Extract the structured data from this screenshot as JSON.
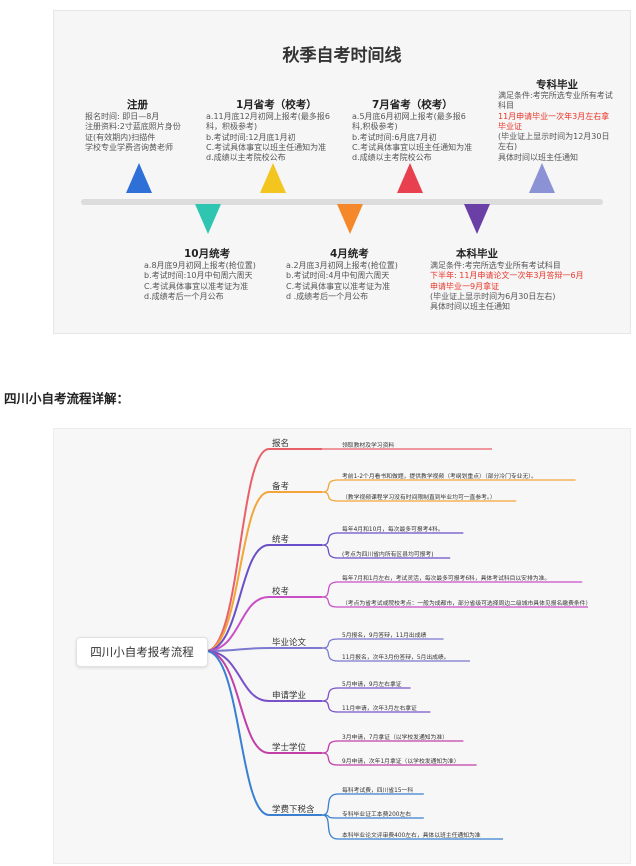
{
  "timeline": {
    "title": "秋季自考时间线",
    "colors": {
      "axis": "#dcdcdc",
      "red": "#e8372b"
    },
    "events": {
      "zhuce": {
        "title": "注册",
        "color": "#2f6fd8",
        "shape": "triangle-up",
        "lines": [
          "报名时间: 即日—8月",
          "注册资料:2寸蓝底照片身份",
          "证(有效期内)扫描件",
          "学校专业学费咨询黄老师"
        ]
      },
      "jan": {
        "title": "1月省考（校考）",
        "color": "#f2c51f",
        "shape": "triangle-up",
        "lines": [
          "a.11月底12月初网上报考(最多报6",
          "科，积极参考)",
          "b.考试时间:12月底1月初",
          "C.考试具体事宜以班主任通知为准",
          "d.成绩以主考院校公布"
        ]
      },
      "jul": {
        "title": "7月省考（校考）",
        "color": "#e8404f",
        "shape": "triangle-up",
        "lines": [
          "a.5月底6月初网上报考(最多报6",
          "科,积极参考)",
          "b.考试时间:6月底7月初",
          "C.考试具体事宜以班主任通知为准",
          "d.成绩以主考院校公布"
        ]
      },
      "zhuanke": {
        "title": "专科毕业",
        "color": "#8b92d6",
        "shape": "triangle-up",
        "lines": [
          {
            "text": "满足条件:考完所选专业所有考试",
            "red": false
          },
          {
            "text": "科目",
            "red": false
          },
          {
            "text": "11月申请毕业一次年3月左右拿",
            "red": true
          },
          {
            "text": "毕业证",
            "red": true
          },
          {
            "text": "(毕业证上显示时间为12月30日",
            "red": false
          },
          {
            "text": "左右)",
            "red": false
          },
          {
            "text": "具体时间以班主任通知",
            "red": false
          }
        ]
      },
      "oct": {
        "title": "10月统考",
        "color": "#2ec6b0",
        "shape": "triangle-down",
        "lines": [
          "a.8月底9月初网上报考(抢位置)",
          "b.考试时间:10月中旬周六周天",
          "C.考试具体事宜以准考证为准",
          "d.成绩考后一个月公布"
        ]
      },
      "apr": {
        "title": "4月统考",
        "color": "#f5882a",
        "shape": "triangle-down",
        "lines": [
          "a.2月底3月初网上报考(抢位置)",
          "b.考试时间:4月中旬周六周天",
          "C.考试具体事宜以准考证为准",
          "d .成绩考后一个月公布"
        ]
      },
      "benke": {
        "title": "本科毕业",
        "color": "#6a3fa6",
        "shape": "triangle-down",
        "lines": [
          {
            "text": "满足条件:考完所选专业所有考试科目",
            "red": false
          },
          {
            "text": "下半年: 11月申请论文一次年3月答辩一6月",
            "red": true
          },
          {
            "text": "申请毕业一9月拿证",
            "red": true
          },
          {
            "text": "(毕业证上显示时间为6月30日左右)",
            "red": false
          },
          {
            "text": "具体时间以班主任通知",
            "red": false
          }
        ]
      }
    }
  },
  "section_heading": "四川小自考流程详解：",
  "mindmap": {
    "root": "四川小自考报考流程",
    "branches": [
      {
        "label": "报名",
        "color": "#e8606a",
        "leaves": [
          "领取教材及学习资料"
        ]
      },
      {
        "label": "备考",
        "color": "#f2a63a",
        "leaves": [
          "考前1-2个月看书和做题，提供教学视频（考纲划重点）（部分冷门专业无）。",
          "（教学视频课程学习没有时间限制直到毕业均可一直参考。）"
        ]
      },
      {
        "label": "统考",
        "color": "#6b4fc8",
        "leaves": [
          "每年4月和10月，每次最多可报考4科。",
          "(考点为四川省内所有区县均可报考)"
        ]
      },
      {
        "label": "校考",
        "color": "#c94fc7",
        "leaves": [
          "每年7月和1月左右，考试灵活，每次最多可报考6科，具体考试科目以安排为准。",
          "（考点为省考试或院校考点：一般为成都市，部分省级可选择周边二级城市具体见报名缴费条件）"
        ]
      },
      {
        "label": "毕业论文",
        "color": "#7a7ad0",
        "leaves": [
          "5月报名，9月答辩，11月出成绩",
          "11月报名，次年3月份答辩，5月出成绩。"
        ]
      },
      {
        "label": "申请学业",
        "color": "#7a52c8",
        "leaves": [
          "5月申请，9月左右拿证",
          "11月申请，次年3月左右拿证"
        ]
      },
      {
        "label": "学士学位",
        "color": "#c23fa8",
        "leaves": [
          "3月申请，7月拿证（以学校发通知为准）",
          "9月申请，次年1月拿证（以学校发通知为准）"
        ]
      },
      {
        "label": "学费下税含",
        "color": "#3a7fd0",
        "leaves": [
          "每科考试费，四川省15一科",
          "专科毕业证工本费200左右",
          "本科毕业论文评审费400左右，具体以班主任通知为准"
        ]
      }
    ]
  }
}
